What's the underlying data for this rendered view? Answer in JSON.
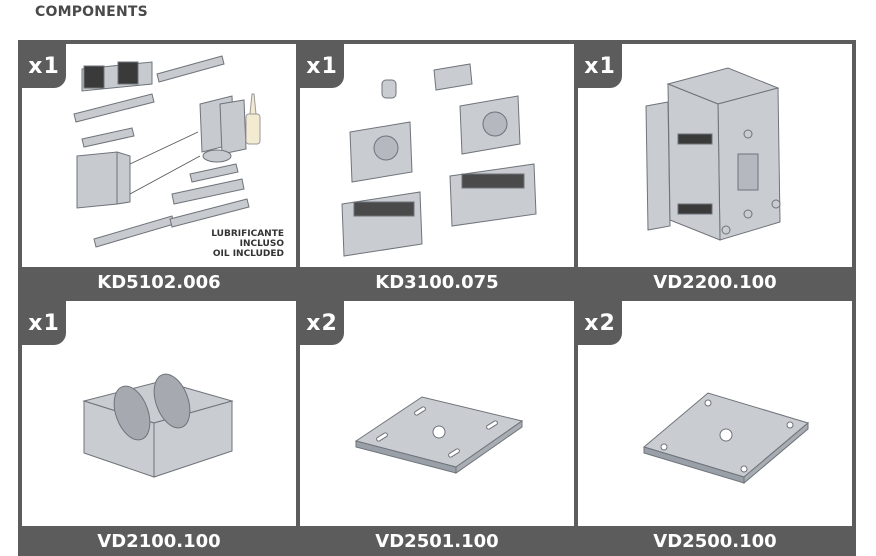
{
  "heading": "COMPONENTS",
  "components": [
    {
      "qty": "x1",
      "code": "KD5102.006",
      "note_line1": "LUBRIFICANTE",
      "note_line2": "INCLUSO",
      "note_line3": "OIL INCLUDED",
      "icon": "slide-kit-exploded-icon"
    },
    {
      "qty": "x1",
      "code": "KD3100.075",
      "icon": "carriage-set-icon"
    },
    {
      "qty": "x1",
      "code": "VD2200.100",
      "icon": "bracket-box-icon"
    },
    {
      "qty": "x1",
      "code": "VD2100.100",
      "icon": "roller-guide-icon"
    },
    {
      "qty": "x2",
      "code": "VD2501.100",
      "icon": "rect-plate-icon"
    },
    {
      "qty": "x2",
      "code": "VD2500.100",
      "icon": "square-plate-icon"
    }
  ],
  "colors": {
    "frame": "#5c5c5c",
    "metal": "#c9ccd1",
    "metal_dark": "#9aa0a7"
  }
}
